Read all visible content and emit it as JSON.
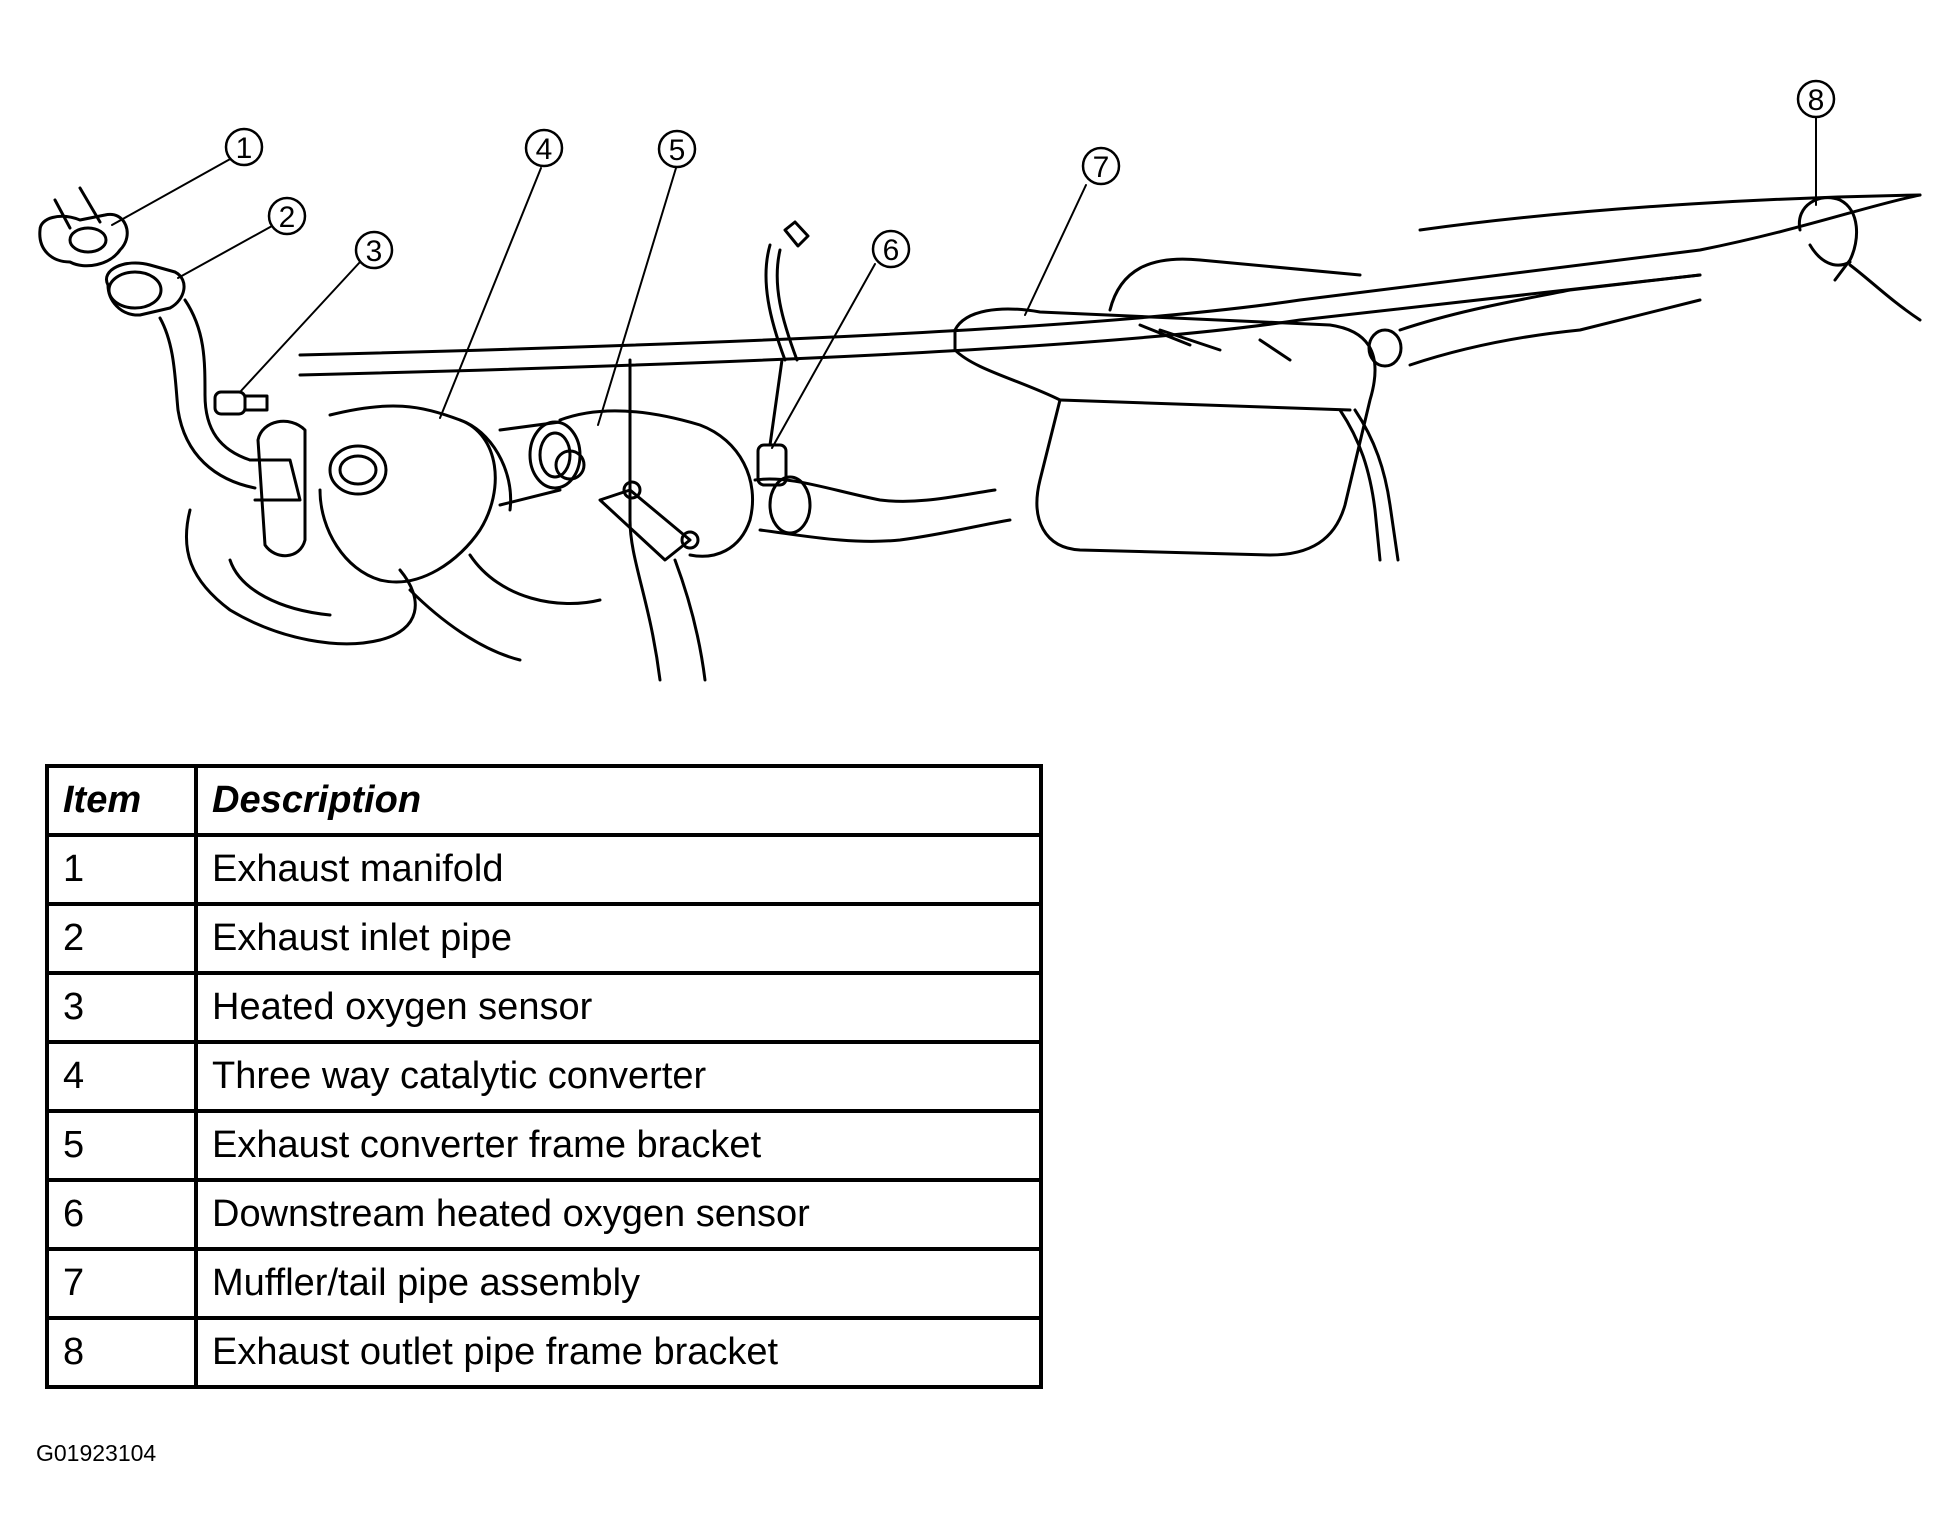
{
  "legend": {
    "header_item": "Item",
    "header_description": "Description",
    "rows": [
      {
        "item": "1",
        "description": "Exhaust manifold"
      },
      {
        "item": "2",
        "description": "Exhaust inlet pipe"
      },
      {
        "item": "3",
        "description": "Heated oxygen sensor"
      },
      {
        "item": "4",
        "description": "Three way catalytic converter"
      },
      {
        "item": "5",
        "description": "Exhaust converter frame bracket"
      },
      {
        "item": "6",
        "description": "Downstream heated oxygen sensor"
      },
      {
        "item": "7",
        "description": "Muffler/tail pipe assembly"
      },
      {
        "item": "8",
        "description": "Exhaust outlet pipe frame bracket"
      }
    ]
  },
  "callouts": [
    "1",
    "2",
    "3",
    "4",
    "5",
    "6",
    "7",
    "8"
  ],
  "figure_code": "G01923104"
}
